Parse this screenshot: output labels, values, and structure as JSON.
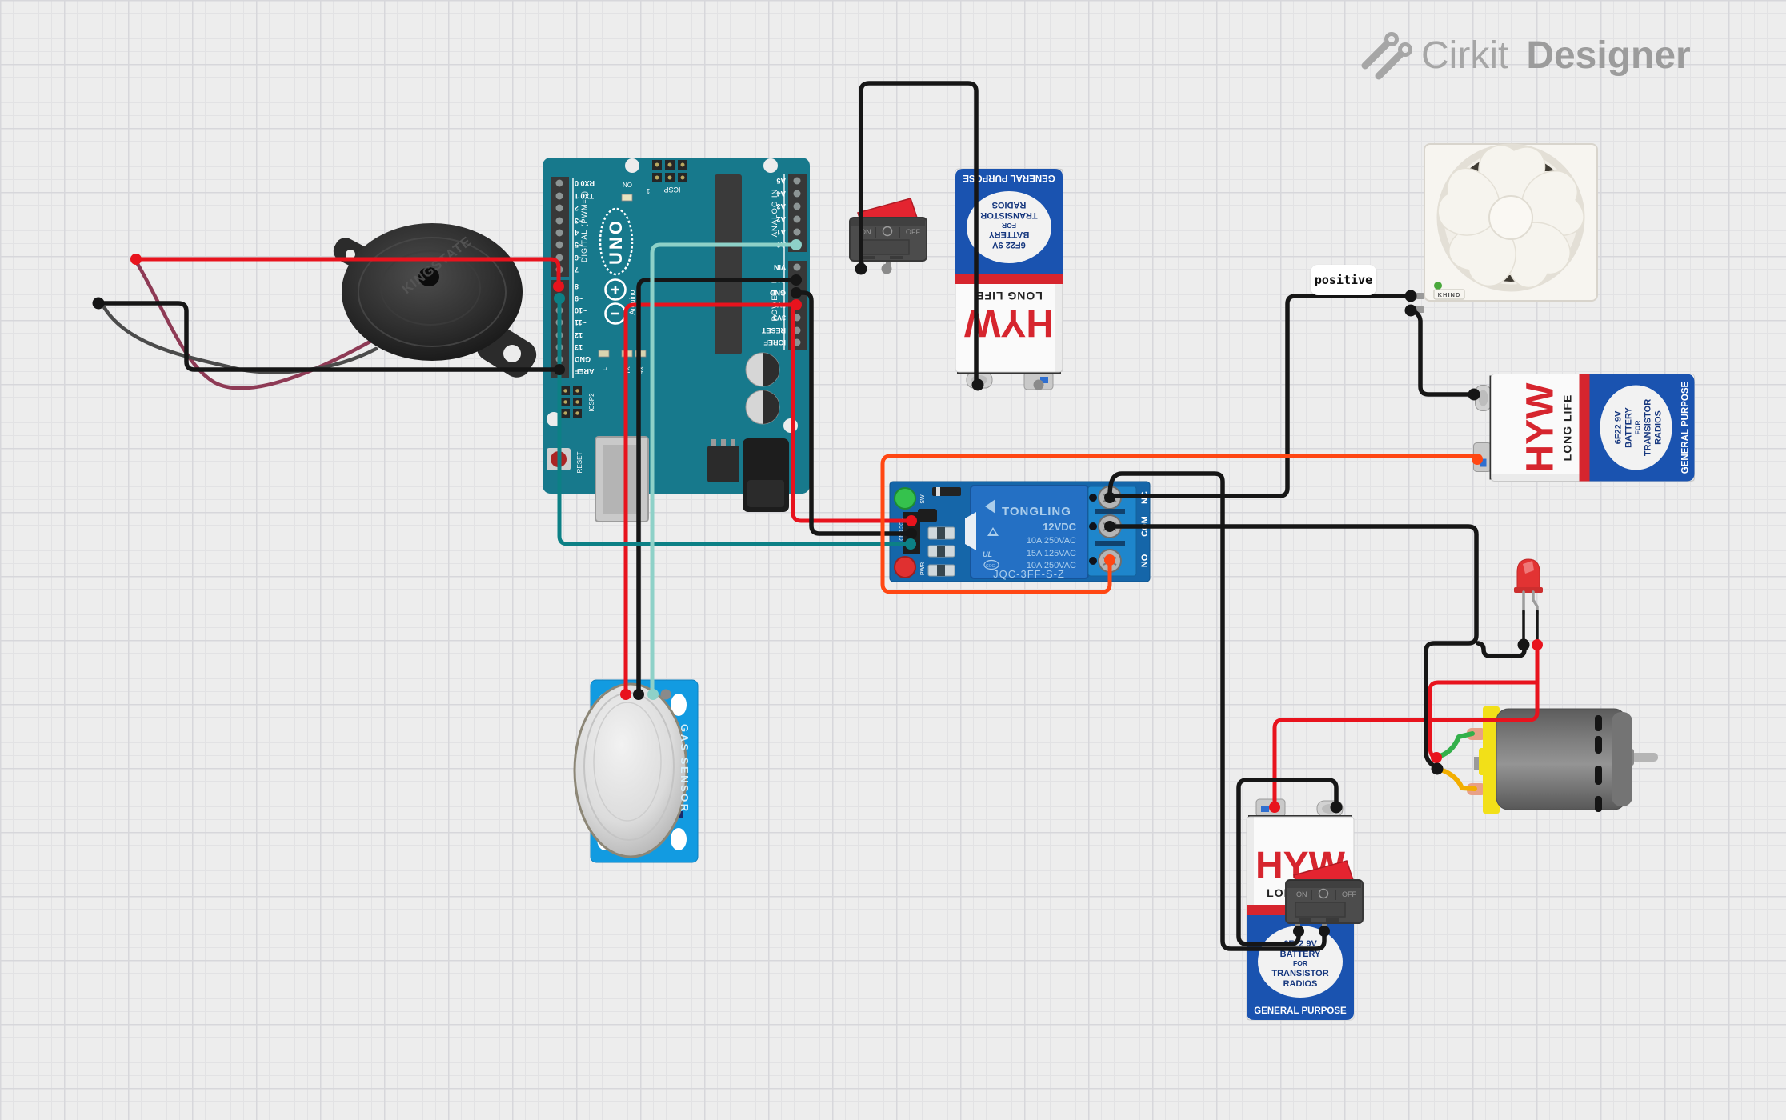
{
  "brand": {
    "word1": "Cirkit",
    "word2": "Designer"
  },
  "positive_label": "positive",
  "arduino": {
    "board_name": "UNO",
    "brand": "Arduino",
    "digital_header": "DIGITAL (PWM=~)",
    "analog_header": "ANALOG IN",
    "power_header": "POWER",
    "on": "ON",
    "icsp": "ICSP",
    "icsp2": "ICSP2",
    "reset": "RESET",
    "led_l": "L",
    "led_tx": "TX",
    "led_rx": "RX",
    "pin_one": "1",
    "digital_pins": [
      "RX0 0",
      "TX0 1",
      "2",
      "~3",
      "4",
      "~5",
      "~6",
      "7",
      "8",
      "~9",
      "~10",
      "~11",
      "12",
      "13",
      "GND",
      "AREF"
    ],
    "analog_pins": [
      "A5",
      "A4",
      "A3",
      "A2",
      "A1",
      "A0"
    ],
    "power_pins": [
      "VIN",
      "GND",
      "GND",
      "5V",
      "3V3",
      "RESET",
      "IOREF"
    ]
  },
  "relay": {
    "brand": "TONGLING",
    "voltage": "12VDC",
    "rating1": "10A 250VAC",
    "rating2": "15A 125VAC",
    "rating3": "10A 250VAC",
    "model": "JQC-3FF-S-Z",
    "led_sw": "SW",
    "led_pwr": "PWR",
    "pin_labels": "VCC GND IN",
    "terminal_nc": "NC",
    "terminal_com": "COM",
    "terminal_no": "NO"
  },
  "battery": {
    "brand": "HYW",
    "tagline": "LONG LIFE",
    "spec_line1": "6F22 9V",
    "spec_line2": "BATTERY",
    "spec_line3": "FOR",
    "spec_line4": "TRANSISTOR",
    "spec_line5": "RADIOS",
    "purpose": "GENERAL PURPOSE"
  },
  "switch": {
    "on": "ON",
    "off": "OFF"
  },
  "fan": {
    "brand": "KHIND"
  },
  "gas_sensor": {
    "label": "GAS SENSOR"
  },
  "buzzer": {
    "brand": "KINGSTATE"
  },
  "colors": {
    "wire_red": "#e8131d",
    "wire_black": "#161616",
    "wire_orange": "#ff4713",
    "wire_teal_dark": "#0c8085",
    "wire_teal_light": "#8ed1c8",
    "wire_green": "#33b04a",
    "wire_yellow": "#f2ae00",
    "arduino_teal": "#17798c",
    "relay_blue": "#1566a9",
    "gas_blue": "#129be1",
    "battery_blue": "#1a53b0",
    "battery_red": "#d6252e",
    "logo_gray": "#a6a6a6"
  }
}
